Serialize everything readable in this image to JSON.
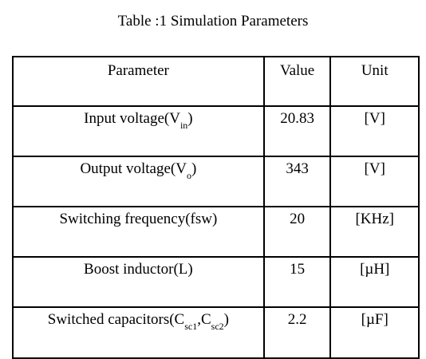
{
  "caption": "Table :1 Simulation Parameters",
  "table": {
    "headers": [
      "Parameter",
      "Value",
      "Unit"
    ],
    "rows": [
      {
        "parameter": {
          "pre": "Input voltage(V",
          "sub": "in",
          "post": ")"
        },
        "value": "20.83",
        "unit": "[V]"
      },
      {
        "parameter": {
          "pre": "Output voltage(V",
          "sub": "o",
          "post": ")"
        },
        "value": "343",
        "unit": "[V]"
      },
      {
        "parameter": {
          "pre": "Switching frequency(fsw)"
        },
        "value": "20",
        "unit": "[KHz]"
      },
      {
        "parameter": {
          "pre": "Boost inductor(L)"
        },
        "value": "15",
        "unit": "[µH]"
      },
      {
        "parameter": {
          "pre": "Switched capacitors(C",
          "sub": "sc1",
          "mid": ",C",
          "sub2": "sc2",
          "post": ")"
        },
        "value": "2.2",
        "unit": "[µF]"
      }
    ]
  }
}
